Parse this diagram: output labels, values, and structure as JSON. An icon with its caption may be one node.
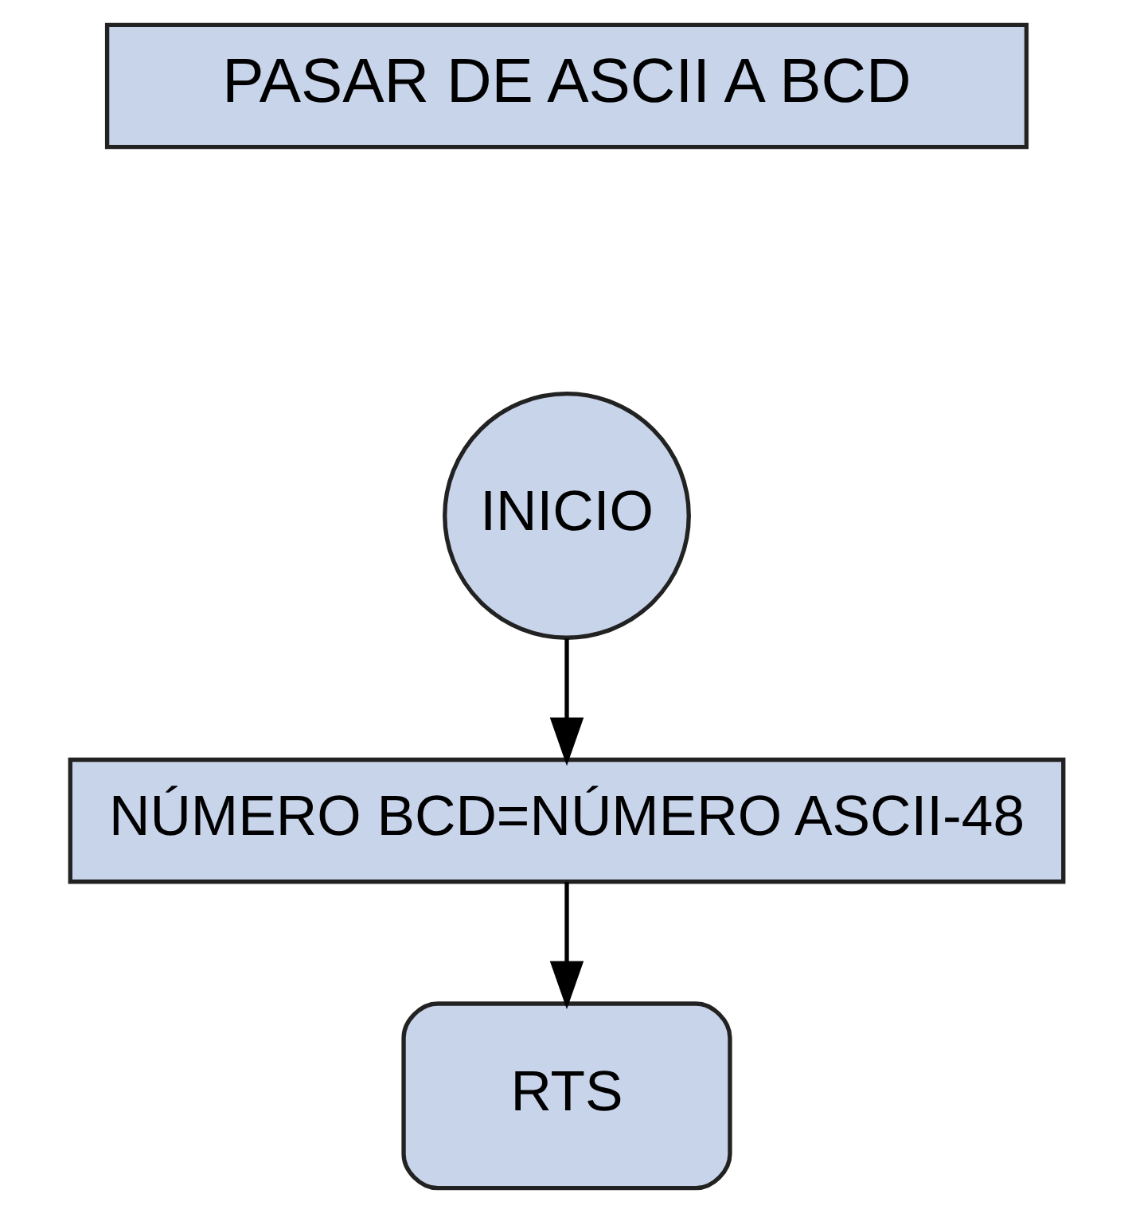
{
  "diagram": {
    "nodes": [
      {
        "text": [
          "PASAR DE ASCII A BCD"
        ]
      },
      {
        "text": [
          "INICIO"
        ]
      },
      {
        "text": [
          "NÚMERO BCD=NÚMERO ASCII-48"
        ]
      },
      {
        "text": [
          "RTS"
        ]
      }
    ],
    "edges": [
      {
        "from": 1,
        "to": 2,
        "arrow": "to"
      },
      {
        "from": 2,
        "to": 3,
        "arrow": "to"
      }
    ]
  }
}
